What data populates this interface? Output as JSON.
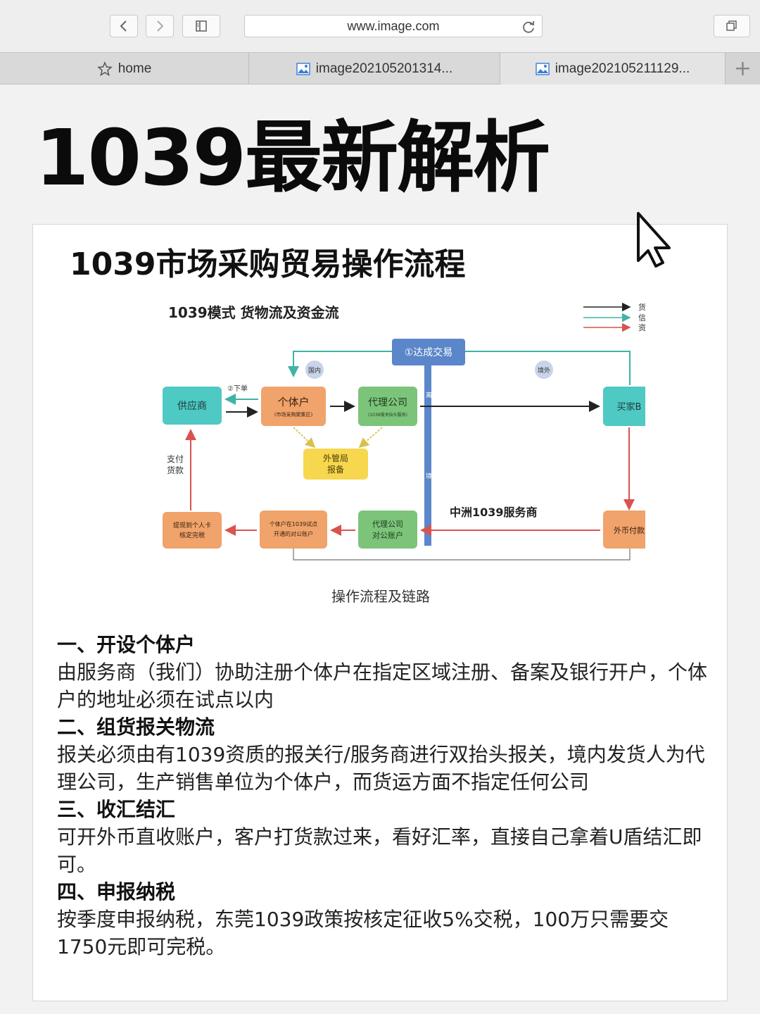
{
  "browser": {
    "url": "www.image.com",
    "tabs": [
      {
        "label": "home",
        "icon": "star-icon"
      },
      {
        "label": "image202105201314...",
        "icon": "image-icon"
      },
      {
        "label": "image202105211129...",
        "icon": "image-icon"
      }
    ],
    "new_tab_label": "+"
  },
  "page": {
    "headline": "1039最新解析",
    "card_title": "1039市场采购贸易操作流程",
    "diagram": {
      "title": "1039模式  货物流及资金流",
      "legend": [
        "货物流",
        "信息流",
        "资金流"
      ],
      "legend_colors": [
        "#222222",
        "#3fb3a6",
        "#d9534f"
      ],
      "top_node": "①达成交易",
      "domestic": "国内",
      "overseas": "境外",
      "order_label": "②下单",
      "supplier": "供应商",
      "individual": "个体户",
      "individual_sub": "(市场采购聚集区)",
      "agent": "代理公司",
      "agent_sub": "(1039报关抬头服务)",
      "buyer": "买家B",
      "fx_bureau_1": "外管局",
      "fx_bureau_2": "报备",
      "pay_1": "支付",
      "pay_2": "货款",
      "withdraw_1": "提现到个人卡",
      "withdraw_2": "核定完税",
      "indiv_acct_1": "个体户在1039试点",
      "indiv_acct_2": "开通的对公账户",
      "agent_acct_1": "代理公司",
      "agent_acct_2": "对公账户",
      "foreign_pay": "外币付款",
      "service_provider": "中洲1039服务商",
      "bar_chars": [
        "离",
        "境"
      ]
    },
    "caption": "操作流程及链路",
    "sections": [
      {
        "heading": "一、开设个体户",
        "body": "由服务商（我们）协助注册个体户在指定区域注册、备案及银行开户，个体户的地址必须在试点以内"
      },
      {
        "heading": "二、组货报关物流",
        "body": "报关必须由有1039资质的报关行/服务商进行双抬头报关，境内发货人为代理公司，生产销售单位为个体户，而货运方面不指定任何公司"
      },
      {
        "heading": "三、收汇结汇",
        "body": "可开外币直收账户，客户打货款过来，看好汇率，直接自己拿着U盾结汇即可。"
      },
      {
        "heading": "四、申报纳税",
        "body": "按季度申报纳税，东莞1039政策按核定征收5%交税，100万只需要交1750元即可完税。"
      }
    ]
  },
  "colors": {
    "teal_node": "#4fc9c3",
    "orange_node": "#f0a36a",
    "green_node": "#7cc47a",
    "yellow_node": "#f7d74e",
    "blue_bar": "#5b86c9"
  }
}
